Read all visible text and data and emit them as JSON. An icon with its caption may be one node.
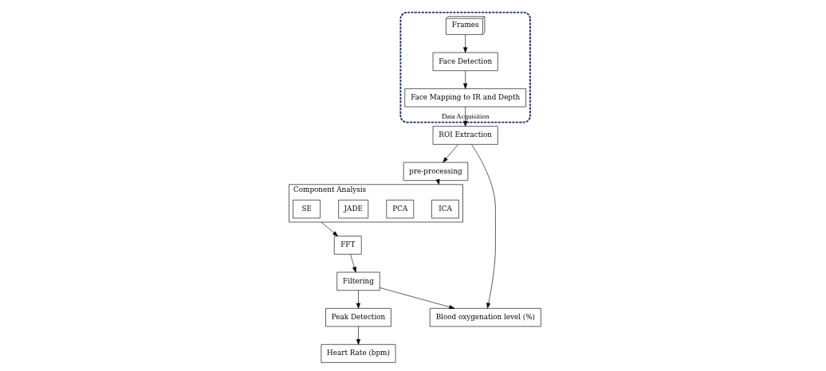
{
  "diagram": {
    "nodes": [
      {
        "text": [
          "Data Acquisition"
        ]
      },
      {
        "text": [
          "Frames"
        ],
        "in": 0
      },
      {
        "text": [
          "Face Detection"
        ],
        "in": 0
      },
      {
        "text": [
          "Face Mapping to IR and Depth"
        ],
        "in": 0
      },
      {
        "text": [
          "ROI Extraction"
        ]
      },
      {
        "text": [
          "pre-processing"
        ]
      },
      {
        "text": [
          "Component Analysis"
        ]
      },
      {
        "text": [
          "ICA"
        ],
        "in": 6
      },
      {
        "text": [
          "PCA"
        ],
        "in": 6
      },
      {
        "text": [
          "JADE"
        ],
        "in": 6
      },
      {
        "text": [
          "SE"
        ],
        "in": 6
      },
      {
        "text": [
          "FFT"
        ]
      },
      {
        "text": [
          "Filtering"
        ]
      },
      {
        "text": [
          "Peak Detection"
        ]
      },
      {
        "text": [
          "Heart Rate (bpm)"
        ]
      },
      {
        "text": [
          "Blood oxygenation level (%)"
        ]
      }
    ],
    "edges": [
      {
        "from": 1,
        "to": 2,
        "arrow": "to"
      },
      {
        "from": 2,
        "to": 3,
        "arrow": "to"
      },
      {
        "from": 3,
        "to": 4,
        "arrow": "to"
      },
      {
        "from": 4,
        "to": 5,
        "arrow": "to"
      },
      {
        "from": 4,
        "to": 15,
        "arrow": "to"
      },
      {
        "from": 5,
        "to": 6,
        "arrow": "to"
      },
      {
        "from": 6,
        "to": 11,
        "arrow": "to"
      },
      {
        "from": 11,
        "to": 12,
        "arrow": "to"
      },
      {
        "from": 12,
        "to": 13,
        "arrow": "to"
      },
      {
        "from": 12,
        "to": 15,
        "arrow": "to"
      },
      {
        "from": 13,
        "to": 14,
        "arrow": "to"
      }
    ]
  }
}
